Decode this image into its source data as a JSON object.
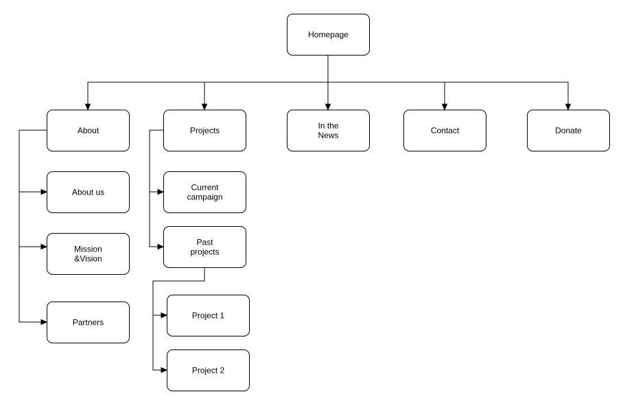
{
  "nodes": [
    {
      "id": "homepage",
      "lines": [
        "Homepage"
      ]
    },
    {
      "id": "about",
      "lines": [
        "About"
      ]
    },
    {
      "id": "projects",
      "lines": [
        "Projects"
      ]
    },
    {
      "id": "in-the-news",
      "lines": [
        "In the",
        "News"
      ]
    },
    {
      "id": "contact",
      "lines": [
        "Contact"
      ]
    },
    {
      "id": "donate",
      "lines": [
        "Donate"
      ]
    },
    {
      "id": "about-us",
      "lines": [
        "About us"
      ]
    },
    {
      "id": "mission-vision",
      "lines": [
        "Mission",
        "&Vision"
      ]
    },
    {
      "id": "partners",
      "lines": [
        "Partners"
      ]
    },
    {
      "id": "current-campaign",
      "lines": [
        "Current",
        "campaign"
      ]
    },
    {
      "id": "past-projects",
      "lines": [
        "Past",
        "projects"
      ]
    },
    {
      "id": "project-1",
      "lines": [
        "Project 1"
      ]
    },
    {
      "id": "project-2",
      "lines": [
        "Project 2"
      ]
    }
  ],
  "edges": [
    {
      "from": "homepage",
      "to": "about"
    },
    {
      "from": "homepage",
      "to": "projects"
    },
    {
      "from": "homepage",
      "to": "in-the-news"
    },
    {
      "from": "homepage",
      "to": "contact"
    },
    {
      "from": "homepage",
      "to": "donate"
    },
    {
      "from": "about",
      "to": "about-us"
    },
    {
      "from": "about",
      "to": "mission-vision"
    },
    {
      "from": "about",
      "to": "partners"
    },
    {
      "from": "projects",
      "to": "current-campaign"
    },
    {
      "from": "projects",
      "to": "past-projects"
    },
    {
      "from": "past-projects",
      "to": "project-1"
    },
    {
      "from": "past-projects",
      "to": "project-2"
    }
  ]
}
